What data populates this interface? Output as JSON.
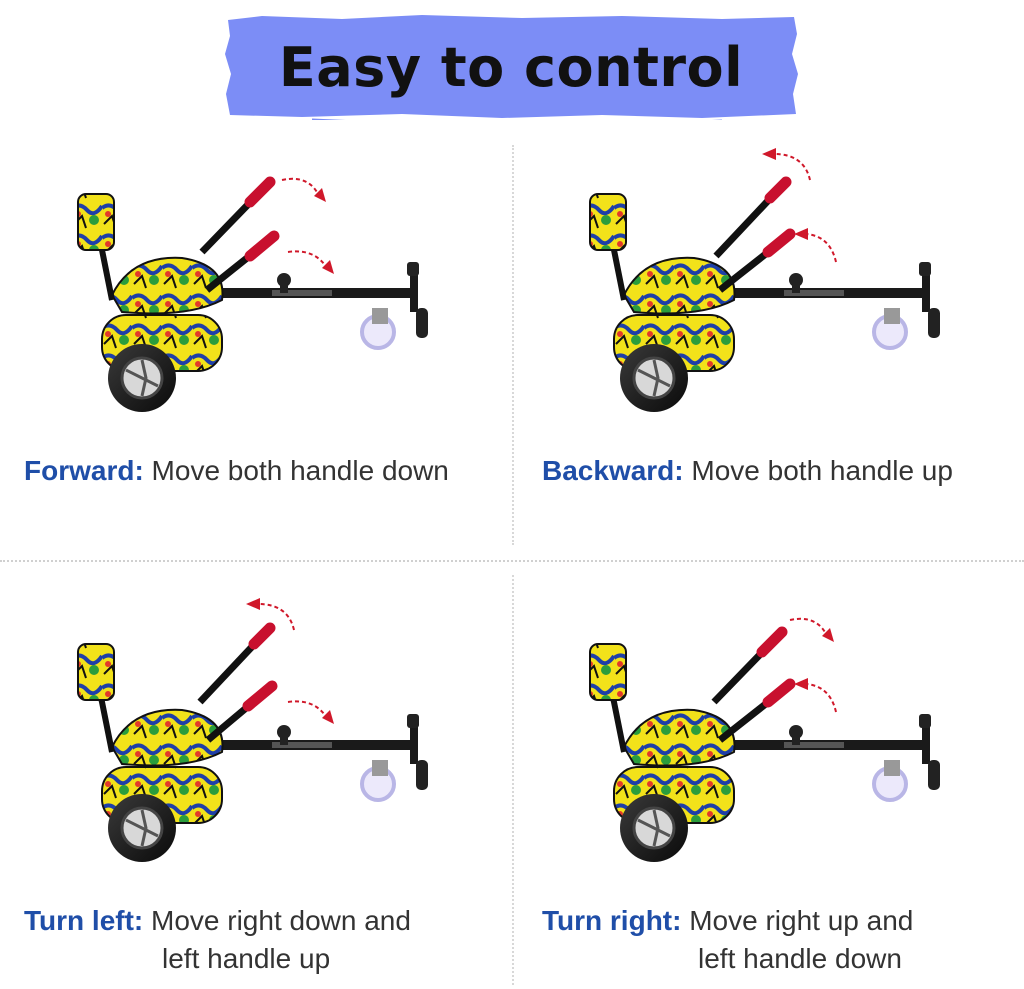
{
  "banner": {
    "title": "Easy to control",
    "color": "#7c8df6"
  },
  "panels": [
    {
      "key": "Forward:",
      "text": " Move both handle down",
      "text2": ""
    },
    {
      "key": "Backward:",
      "text": " Move both handle up",
      "text2": ""
    },
    {
      "key": "Turn left:",
      "text": " Move right down and",
      "text2": "left handle up"
    },
    {
      "key": "Turn right:",
      "text": " Move right up and",
      "text2": "left handle down"
    }
  ],
  "colors": {
    "accent": "#1f4ea8",
    "arrow": "#d0182a",
    "grip": "#c8102e",
    "frame": "#1a1a1a",
    "caster": "#b9b6e6"
  }
}
